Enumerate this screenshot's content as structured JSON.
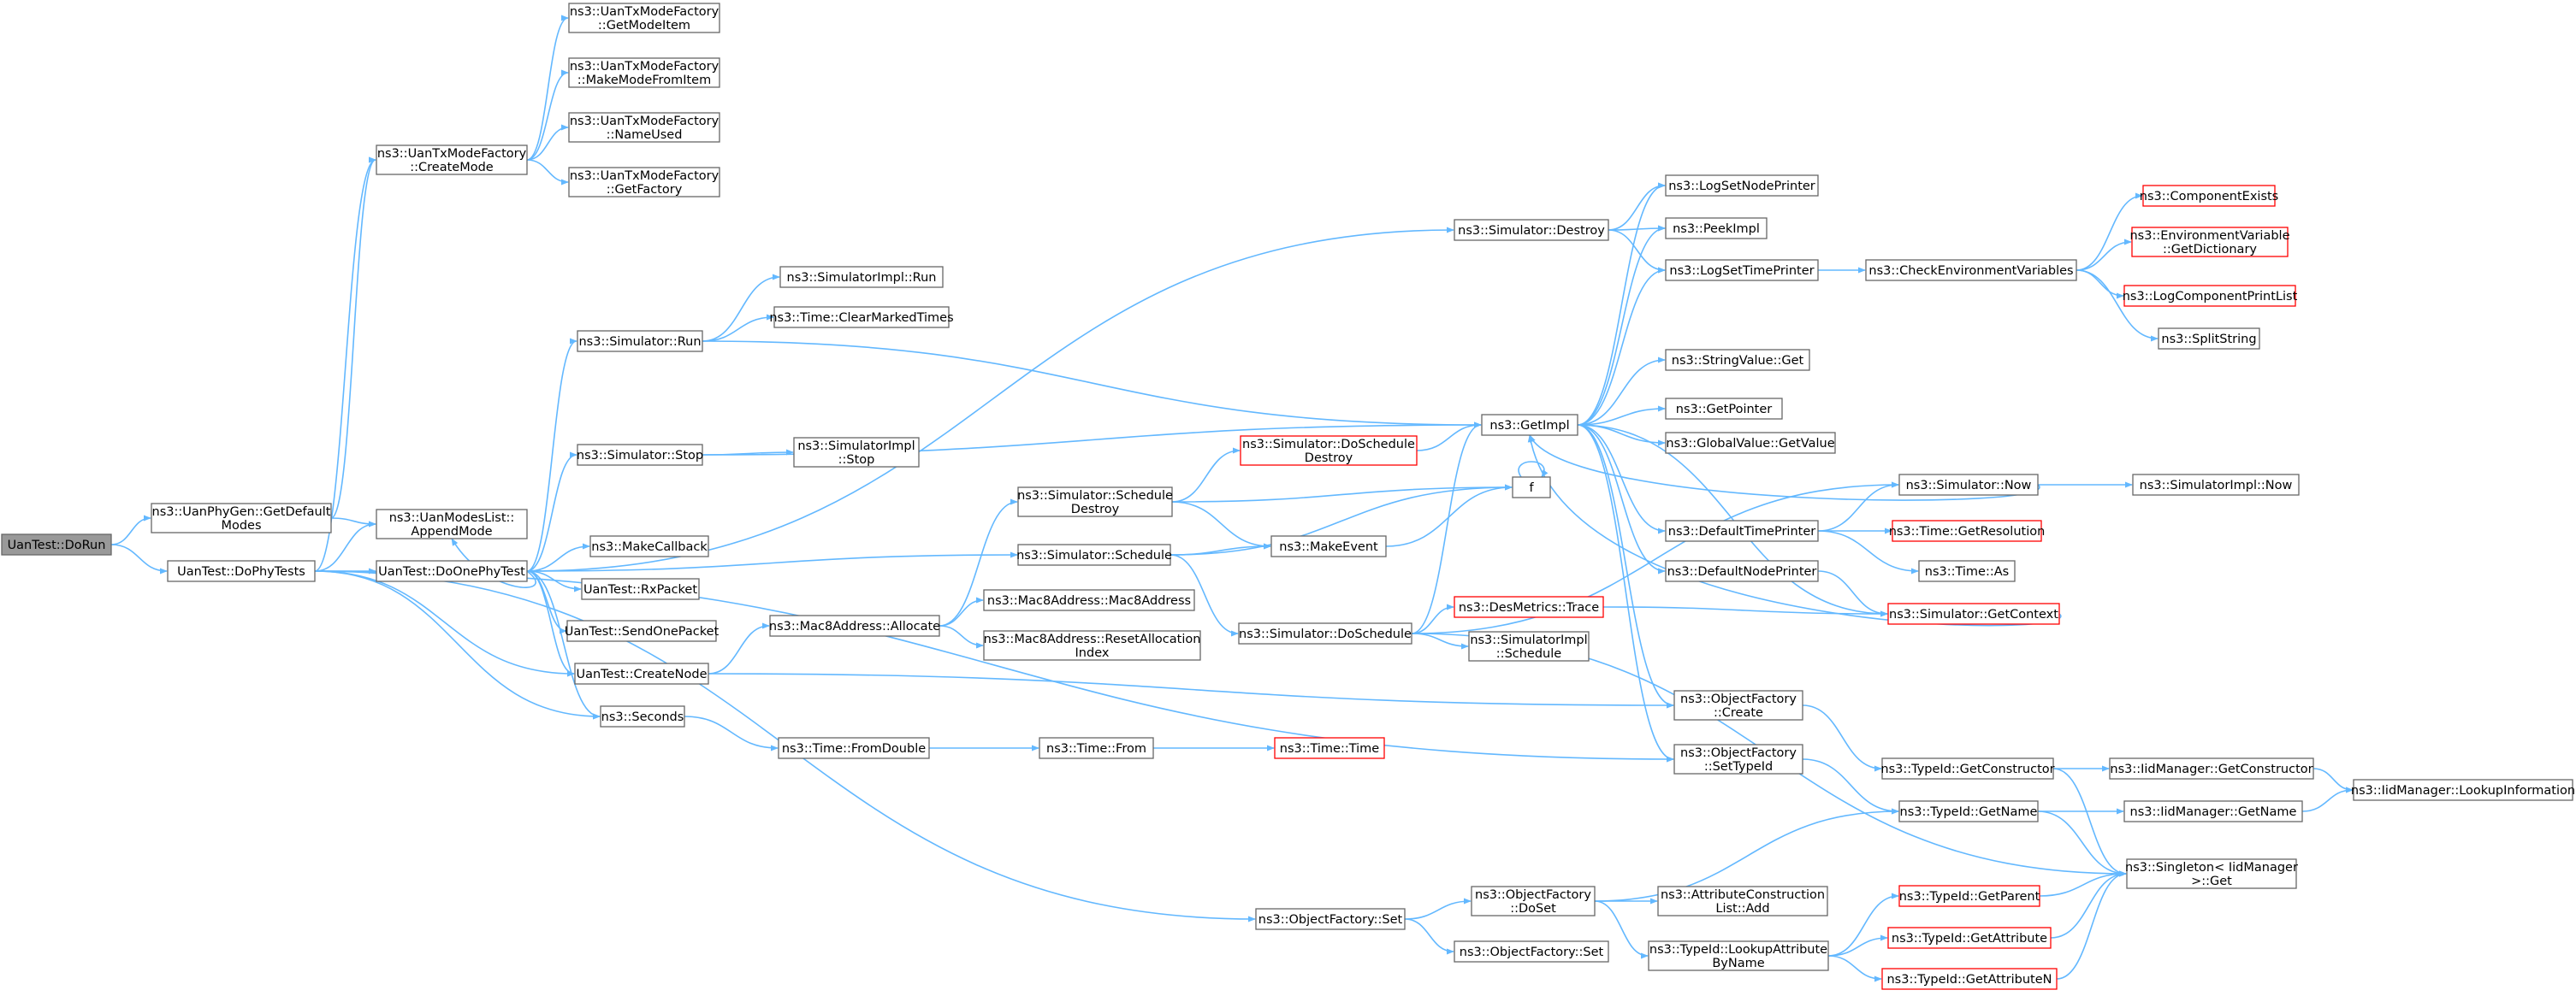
{
  "nodes": [
    {
      "id": "n_root",
      "lines": [
        "UanTest::DoRun"
      ],
      "style": "root"
    },
    {
      "id": "n_getdefaultmodes",
      "lines": [
        "ns3::UanPhyGen::GetDefault",
        "Modes"
      ]
    },
    {
      "id": "n_dophytests",
      "lines": [
        "UanTest::DoPhyTests"
      ]
    },
    {
      "id": "n_createmode",
      "lines": [
        "ns3::UanTxModeFactory",
        "::CreateMode"
      ]
    },
    {
      "id": "n_appendmode",
      "lines": [
        "ns3::UanModesList::",
        "AppendMode"
      ]
    },
    {
      "id": "n_doonephytest",
      "lines": [
        "UanTest::DoOnePhyTest"
      ]
    },
    {
      "id": "n_getmodeitem",
      "lines": [
        "ns3::UanTxModeFactory",
        "::GetModeItem"
      ]
    },
    {
      "id": "n_makemodefromitem",
      "lines": [
        "ns3::UanTxModeFactory",
        "::MakeModeFromItem"
      ]
    },
    {
      "id": "n_nameused",
      "lines": [
        "ns3::UanTxModeFactory",
        "::NameUsed"
      ]
    },
    {
      "id": "n_getfactory",
      "lines": [
        "ns3::UanTxModeFactory",
        "::GetFactory"
      ]
    },
    {
      "id": "n_simrun",
      "lines": [
        "ns3::Simulator::Run"
      ]
    },
    {
      "id": "n_simstop",
      "lines": [
        "ns3::Simulator::Stop"
      ]
    },
    {
      "id": "n_makecallback",
      "lines": [
        "ns3::MakeCallback"
      ]
    },
    {
      "id": "n_rxpacket",
      "lines": [
        "UanTest::RxPacket"
      ]
    },
    {
      "id": "n_sendonepacket",
      "lines": [
        "UanTest::SendOnePacket"
      ]
    },
    {
      "id": "n_createnode",
      "lines": [
        "UanTest::CreateNode"
      ]
    },
    {
      "id": "n_seconds",
      "lines": [
        "ns3::Seconds"
      ]
    },
    {
      "id": "n_objfactset",
      "lines": [
        "ns3::ObjectFactory::Set"
      ]
    },
    {
      "id": "n_simimplrun",
      "lines": [
        "ns3::SimulatorImpl::Run"
      ]
    },
    {
      "id": "n_clearmarked",
      "lines": [
        "ns3::Time::ClearMarkedTimes"
      ]
    },
    {
      "id": "n_simimplstop",
      "lines": [
        "ns3::SimulatorImpl",
        "::Stop"
      ]
    },
    {
      "id": "n_mac8alloc",
      "lines": [
        "ns3::Mac8Address::Allocate"
      ]
    },
    {
      "id": "n_fromdouble",
      "lines": [
        "ns3::Time::FromDouble"
      ]
    },
    {
      "id": "n_simschedule",
      "lines": [
        "ns3::Simulator::Schedule"
      ]
    },
    {
      "id": "n_scheddestroy",
      "lines": [
        "ns3::Simulator::Schedule",
        "Destroy"
      ]
    },
    {
      "id": "n_mac8ctor",
      "lines": [
        "ns3::Mac8Address::Mac8Address"
      ]
    },
    {
      "id": "n_mac8reset",
      "lines": [
        "ns3::Mac8Address::ResetAllocation",
        "Index"
      ]
    },
    {
      "id": "n_timefrom",
      "lines": [
        "ns3::Time::From"
      ]
    },
    {
      "id": "n_simdestroy",
      "lines": [
        "ns3::Simulator::Destroy"
      ]
    },
    {
      "id": "n_dosched",
      "lines": [
        "ns3::Simulator::DoSchedule"
      ]
    },
    {
      "id": "n_objfactdoset",
      "lines": [
        "ns3::ObjectFactory",
        "::DoSet"
      ]
    },
    {
      "id": "n_objfactset2",
      "lines": [
        "ns3::ObjectFactory::Set"
      ]
    },
    {
      "id": "n_dosched_destroy",
      "lines": [
        "ns3::Simulator::DoSchedule",
        "Destroy"
      ],
      "style": "red"
    },
    {
      "id": "n_makeevent",
      "lines": [
        "ns3::MakeEvent"
      ]
    },
    {
      "id": "n_trace",
      "lines": [
        "ns3::DesMetrics::Trace"
      ],
      "style": "red"
    },
    {
      "id": "n_simimplsched",
      "lines": [
        "ns3::SimulatorImpl",
        "::Schedule"
      ]
    },
    {
      "id": "n_timetime",
      "lines": [
        "ns3::Time::Time"
      ],
      "style": "red"
    },
    {
      "id": "n_getimpl",
      "lines": [
        "ns3::GetImpl"
      ]
    },
    {
      "id": "n_f",
      "lines": [
        "f"
      ]
    },
    {
      "id": "n_logsetnode",
      "lines": [
        "ns3::LogSetNodePrinter"
      ]
    },
    {
      "id": "n_peekimpl",
      "lines": [
        "ns3::PeekImpl"
      ]
    },
    {
      "id": "n_logsettime",
      "lines": [
        "ns3::LogSetTimePrinter"
      ]
    },
    {
      "id": "n_stringvalue",
      "lines": [
        "ns3::StringValue::Get"
      ]
    },
    {
      "id": "n_getpointer",
      "lines": [
        "ns3::GetPointer"
      ]
    },
    {
      "id": "n_globalvalue",
      "lines": [
        "ns3::GlobalValue::GetValue"
      ]
    },
    {
      "id": "n_simnow",
      "lines": [
        "ns3::Simulator::Now"
      ]
    },
    {
      "id": "n_deftimeprinter",
      "lines": [
        "ns3::DefaultTimePrinter"
      ]
    },
    {
      "id": "n_defnodeprinter",
      "lines": [
        "ns3::DefaultNodePrinter"
      ]
    },
    {
      "id": "n_objfactcreate",
      "lines": [
        "ns3::ObjectFactory",
        "::Create"
      ]
    },
    {
      "id": "n_objfactsettypeid",
      "lines": [
        "ns3::ObjectFactory",
        "::SetTypeId"
      ]
    },
    {
      "id": "n_attrconstr",
      "lines": [
        "ns3::AttributeConstruction",
        "List::Add"
      ]
    },
    {
      "id": "n_lookupattr",
      "lines": [
        "ns3::TypeId::LookupAttribute",
        "ByName"
      ]
    },
    {
      "id": "n_checkenv",
      "lines": [
        "ns3::CheckEnvironmentVariables"
      ]
    },
    {
      "id": "n_timeres",
      "lines": [
        "ns3::Time::GetResolution"
      ],
      "style": "red"
    },
    {
      "id": "n_timeas",
      "lines": [
        "ns3::Time::As"
      ]
    },
    {
      "id": "n_getcontext",
      "lines": [
        "ns3::Simulator::GetContext"
      ],
      "style": "red"
    },
    {
      "id": "n_getconstructor",
      "lines": [
        "ns3::TypeId::GetConstructor"
      ]
    },
    {
      "id": "n_typeidgetname",
      "lines": [
        "ns3::TypeId::GetName"
      ]
    },
    {
      "id": "n_getparent",
      "lines": [
        "ns3::TypeId::GetParent"
      ],
      "style": "red"
    },
    {
      "id": "n_getattribute",
      "lines": [
        "ns3::TypeId::GetAttribute"
      ],
      "style": "red"
    },
    {
      "id": "n_getattributen",
      "lines": [
        "ns3::TypeId::GetAttributeN"
      ],
      "style": "red"
    },
    {
      "id": "n_compexists",
      "lines": [
        "ns3::ComponentExists"
      ],
      "style": "red"
    },
    {
      "id": "n_envdict",
      "lines": [
        "ns3::EnvironmentVariable",
        "::GetDictionary"
      ],
      "style": "red"
    },
    {
      "id": "n_logcomplist",
      "lines": [
        "ns3::LogComponentPrintList"
      ],
      "style": "red"
    },
    {
      "id": "n_splitstring",
      "lines": [
        "ns3::SplitString"
      ]
    },
    {
      "id": "n_simimplnow",
      "lines": [
        "ns3::SimulatorImpl::Now"
      ]
    },
    {
      "id": "n_iidgetctor",
      "lines": [
        "ns3::IidManager::GetConstructor"
      ]
    },
    {
      "id": "n_iidgetname",
      "lines": [
        "ns3::IidManager::GetName"
      ]
    },
    {
      "id": "n_singleton",
      "lines": [
        "ns3::Singleton< IidManager",
        "&gt;::Get"
      ]
    },
    {
      "id": "n_iidlookup",
      "lines": [
        "ns3::IidManager::LookupInformation"
      ]
    }
  ]
}
